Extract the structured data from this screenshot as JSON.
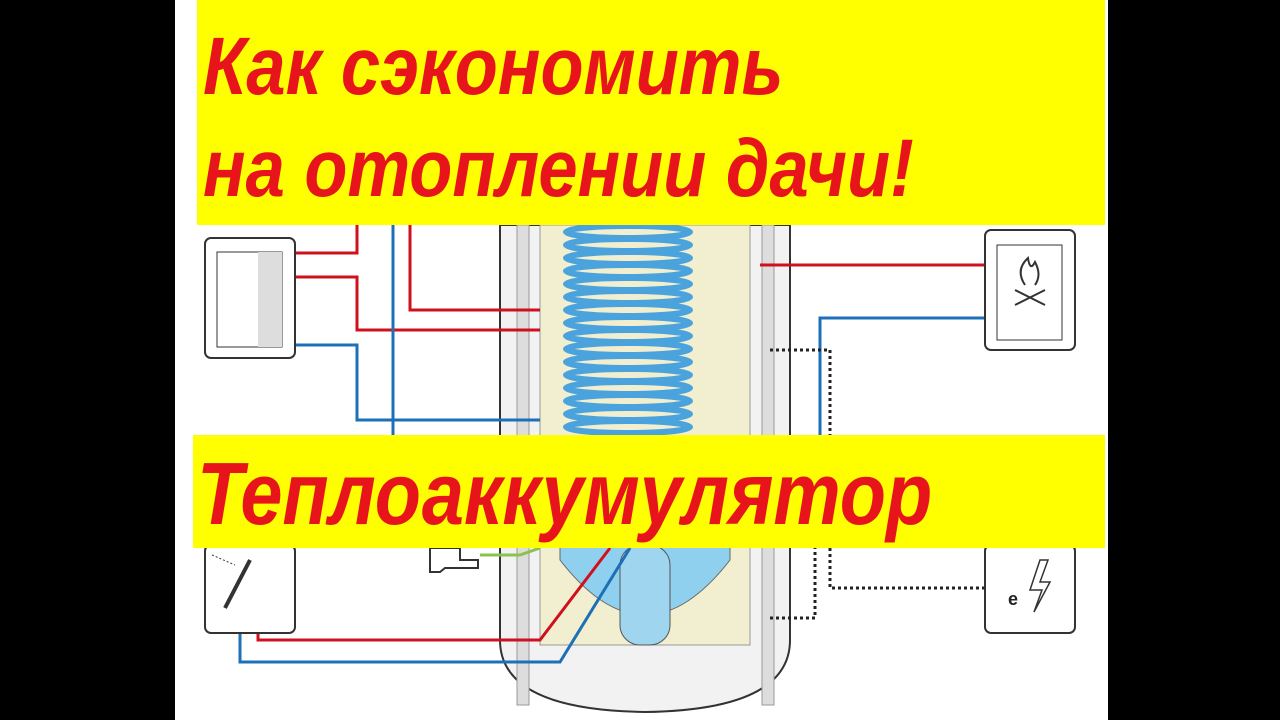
{
  "title": {
    "line1": "Как сэкономить",
    "line2": "на отоплении дачи!"
  },
  "subtitle": "Теплоаккумулятор",
  "diagram": {
    "electric_label": "e",
    "icons": [
      "heat-pump-unit-icon",
      "fireplace-icon",
      "solar-collector-icon",
      "electric-heater-icon",
      "faucet-icon",
      "heat-accumulator-tank"
    ]
  },
  "colors": {
    "banner": "#ffff00",
    "text": "#e8141c",
    "hot_pipe": "#d0101c",
    "cold_pipe": "#1d6fb8",
    "coil": "#4aa3dc"
  }
}
